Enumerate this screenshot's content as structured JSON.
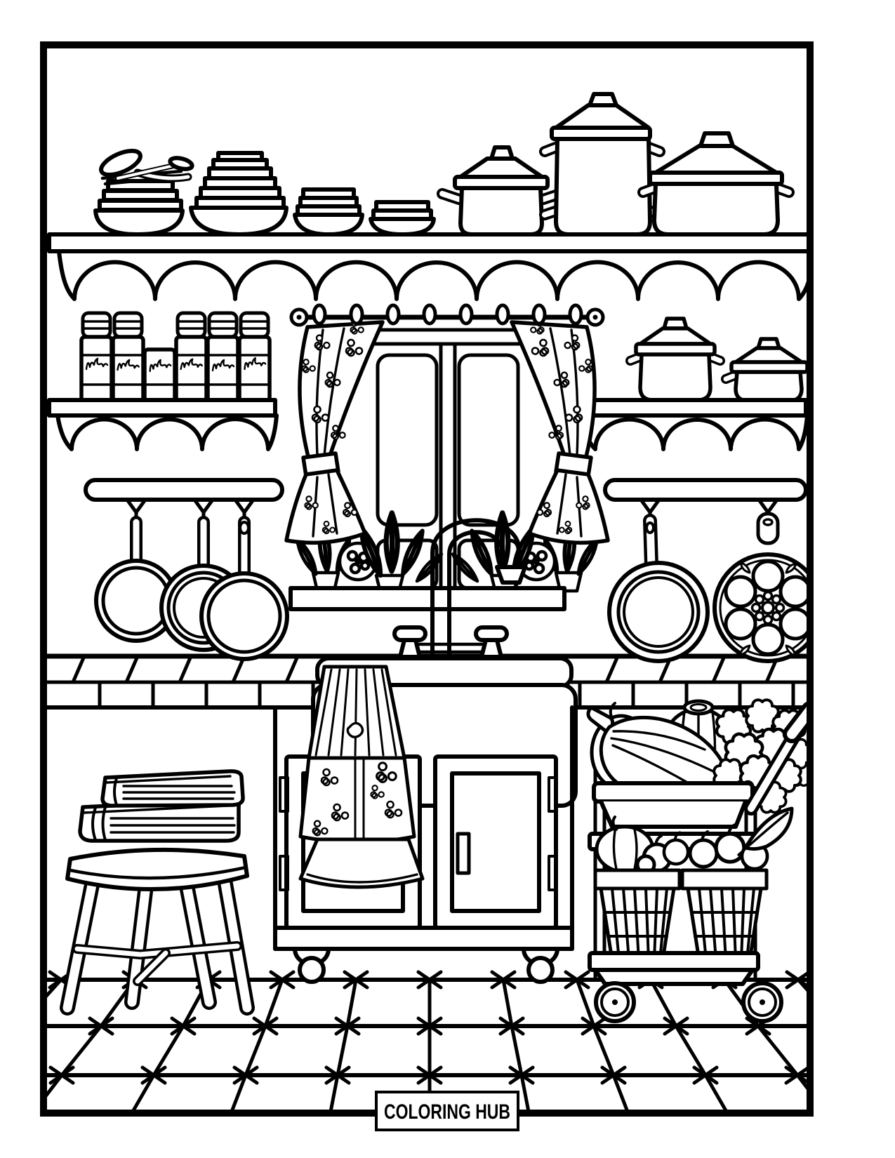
{
  "page": {
    "type": "printable coloring page",
    "theme": "kitchen interior line art",
    "palette": {
      "line": "#000000",
      "paper": "#ffffff"
    }
  },
  "footer": {
    "brand": "COLORING HUB"
  },
  "scene": {
    "jar_labels": "illegible cursive scribbles",
    "items": [
      "stack of bowls with crossed wooden spoons",
      "tall stack of nested mixing bowls",
      "two small bowl stacks",
      "lidded saucepan",
      "tall stockpot with lid",
      "wide lidded roasting pot",
      "long scalloped wall shelf",
      "six spice jars with handwritten labels on scalloped shelf",
      "two lidded pots on scalloped shelf",
      "curtain rod with finials and rings",
      "pair of tied floral cafe curtains",
      "four-pane window",
      "windowsill planters with leafy herbs",
      "gooseneck faucet with two cross handles",
      "hanging rail with three saucepans",
      "hanging rail with frying pan and decorative filled pan",
      "tiled countertop edge",
      "farmhouse sink with floral dish towel",
      "sink cabinet with two framed doors",
      "kitchen cart with squash, gourds and cauliflower",
      "two woven baskets with apples, pumpkin and leaf",
      "wooden stool with two stacked books",
      "diagonal tile floor with star accents"
    ]
  }
}
